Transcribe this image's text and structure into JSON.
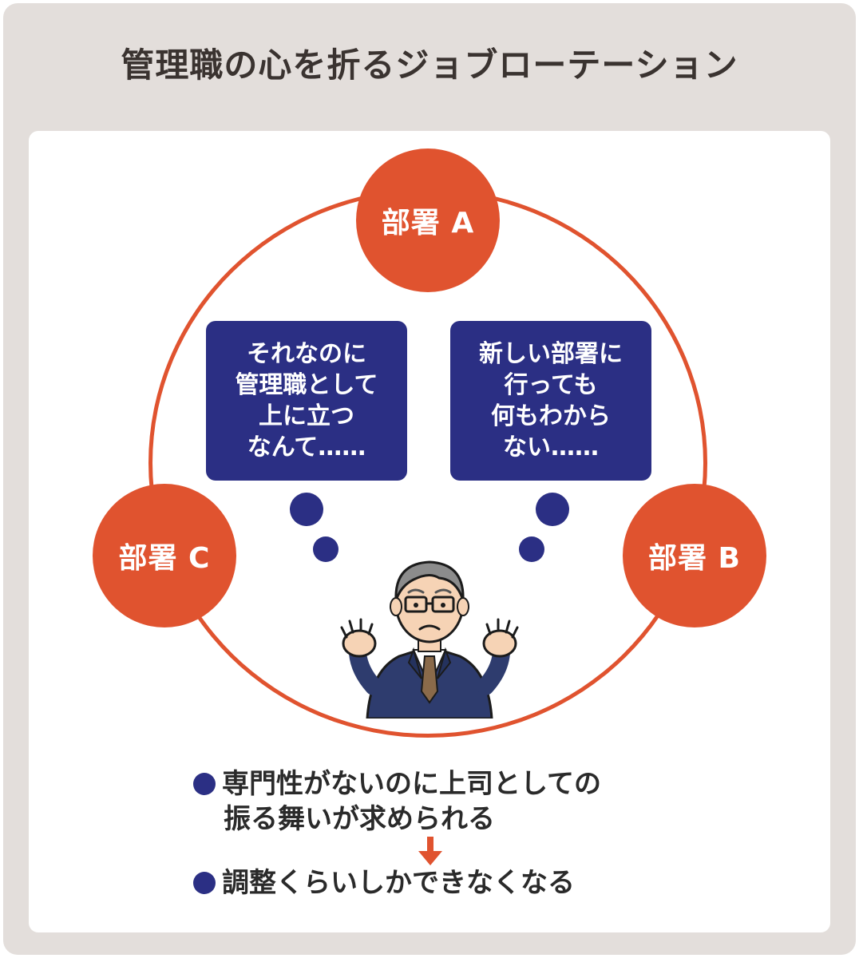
{
  "title": "管理職の心を折るジョブローテーション",
  "departments": {
    "a": "部署 A",
    "b": "部署 B",
    "c": "部署 C"
  },
  "thoughts": {
    "left": [
      "それなのに",
      "管理職として",
      "上に立つ",
      "なんて……"
    ],
    "right": [
      "新しい部署に",
      "行っても",
      "何もわから",
      "ない……"
    ]
  },
  "notes": {
    "item1_line1": "専門性がないのに上司としての",
    "item1_line2": "振る舞いが求められる",
    "item2": "調整くらいしかできなくなる"
  },
  "colors": {
    "accent": "#e0532f",
    "navy": "#2b2f84",
    "frame": "#e3dedb"
  }
}
